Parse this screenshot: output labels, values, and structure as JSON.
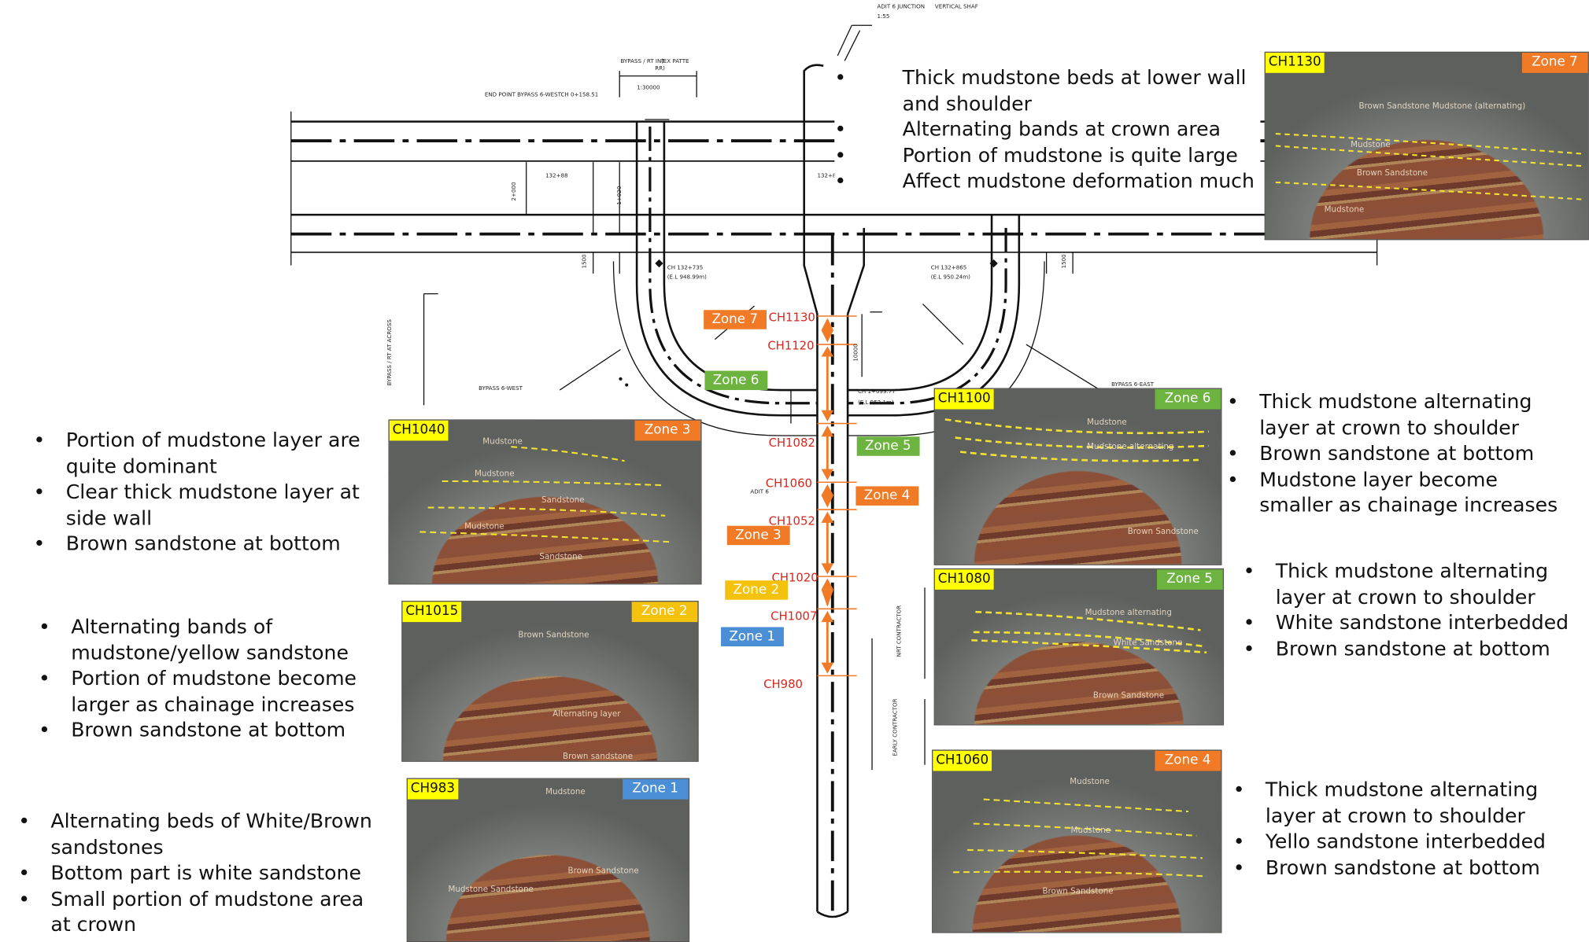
{
  "colors": {
    "zone1": "#4a8fd6",
    "zone2": "#f4c20d",
    "zone3": "#f07a26",
    "zone4": "#f07a26",
    "zone5": "#6cb33f",
    "zone6": "#6cb33f",
    "zone7": "#f07a26",
    "chainage_red": "#d9261c",
    "marker_orange": "#f07a26",
    "tag_yellow": "#ffff00"
  },
  "drawing_labels": {
    "adit_junction": "ADIT 6 JUNCTION",
    "vertical_shaft": "VERTICAL SHAF",
    "scale_top": "1:55",
    "bypass_rt": "BYPASS / RT INT",
    "ex_patte": "(EX PATTE",
    "ex_patte_sub": "RR)",
    "end_point": "END POINT BYPASS 6-WEST",
    "ch_end": "CH 0+158.51",
    "scale_mid": "1:30000",
    "left_ch": "CH 132+735",
    "left_el": "(E.L 948.99m)",
    "right_ch": "CH 132+865",
    "right_el": "(E.L 950.24m)",
    "bypass_west": "BYPASS 6-WEST",
    "bypass_east": "BYPASS 6-EAST",
    "ch_mid": "CH 1+099.77",
    "el_mid": "(E.L 952.1m)",
    "adit6": "ADIT 6",
    "contractor1": "NRT CONTRACTOR",
    "contractor2": "EARLY CONTRACTOR",
    "bypass_rt_left": "BYPASS / RT AT ACROSS",
    "dim1": "132+88",
    "dim2": "2+000",
    "dim3": "1+020",
    "dim4": "1500",
    "dim5": "10000"
  },
  "chainages": [
    "CH1130",
    "CH1120",
    "CH1082",
    "CH1060",
    "CH1052",
    "CH1020",
    "CH1007",
    "CH980"
  ],
  "zone_labels": [
    "Zone 7",
    "Zone 6",
    "Zone 5",
    "Zone 4",
    "Zone 3",
    "Zone 2",
    "Zone 1"
  ],
  "photos": {
    "ch1130": {
      "ch": "CH1130",
      "zone": "Zone 7",
      "annotations": [
        "Brown Sandstone Mudstone (alternating)",
        "Mudstone",
        "Brown Sandstone",
        "Mudstone"
      ]
    },
    "ch1100": {
      "ch": "CH1100",
      "zone": "Zone 6",
      "annotations": [
        "Mudstone",
        "Mudstone alternating",
        "Brown Sandstone"
      ]
    },
    "ch1080": {
      "ch": "CH1080",
      "zone": "Zone 5",
      "annotations": [
        "Mudstone alternating",
        "White Sandstone",
        "Brown Sandstone"
      ]
    },
    "ch1060": {
      "ch": "CH1060",
      "zone": "Zone 4",
      "annotations": [
        "Mudstone",
        "Mudstone",
        "Brown Sandstone"
      ]
    },
    "ch1040": {
      "ch": "CH1040",
      "zone": "Zone 3",
      "annotations": [
        "Mudstone",
        "Mudstone",
        "Sandstone",
        "Mudstone",
        "Sandstone"
      ]
    },
    "ch1015": {
      "ch": "CH1015",
      "zone": "Zone 2",
      "annotations": [
        "Brown Sandstone",
        "Alternating layer",
        "Brown sandstone"
      ]
    },
    "ch983": {
      "ch": "CH983",
      "zone": "Zone 1",
      "annotations": [
        "Mudstone",
        "Brown Sandstone",
        "Mudstone Sandstone"
      ]
    }
  },
  "descriptions": {
    "zone7": [
      "Thick mudstone beds at lower wall and shoulder",
      "Alternating bands at crown area",
      "Portion of mudstone is quite large",
      "Affect mudstone deformation much"
    ],
    "zone6": [
      "Thick mudstone alternating layer at crown to shoulder",
      "Brown sandstone at bottom",
      "Mudstone layer become smaller as chainage increases"
    ],
    "zone5": [
      "Thick mudstone alternating layer at crown to shoulder",
      "White sandstone interbedded",
      "Brown sandstone at bottom"
    ],
    "zone4": [
      "Thick mudstone alternating layer at crown to shoulder",
      "Yello sandstone interbedded",
      "Brown sandstone at bottom"
    ],
    "zone3": [
      "Portion of mudstone layer are quite dominant",
      "Clear thick mudstone layer at side wall",
      "Brown sandstone at bottom"
    ],
    "zone2": [
      "Alternating bands of mudstone/yellow sandstone",
      "Portion of mudstone become larger as chainage increases",
      "Brown sandstone at bottom"
    ],
    "zone1": [
      "Alternating beds of White/Brown sandstones",
      "Bottom part is white sandstone",
      "Small portion of mudstone area at crown"
    ]
  }
}
